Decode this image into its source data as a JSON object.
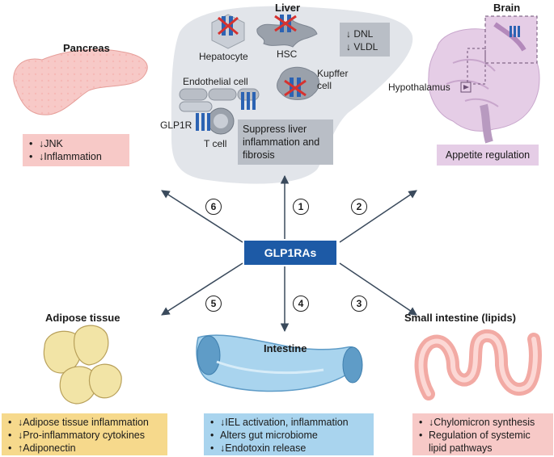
{
  "center": {
    "label": "GLP1RAs"
  },
  "liver": {
    "title": "Liver",
    "cells": {
      "hepatocyte": "Hepatocyte",
      "hsc": "HSC",
      "kupffer": "Kupffer cell",
      "endothelial": "Endothelial cell",
      "glp1r": "GLP1R",
      "tcell": "T cell"
    },
    "effects_box": [
      "↓ DNL",
      "↓ VLDL"
    ],
    "effect_text": "Suppress liver inflammation and fibrosis"
  },
  "brain": {
    "title": "Brain",
    "region": "Hypothalamus",
    "effect": "Appetite regulation"
  },
  "pancreas": {
    "title": "Pancreas",
    "effects": [
      "↓JNK",
      "↓Inflammation"
    ]
  },
  "adipose": {
    "title": "Adipose tissue",
    "effects": [
      "↓Adipose tissue inflammation",
      "↓Pro-inflammatory cytokines",
      "↑Adiponectin"
    ]
  },
  "intestine": {
    "title": "Intestine",
    "effects": [
      "↓IEL activation, inflammation",
      "Alters gut microbiome",
      "↓Endotoxin release"
    ]
  },
  "small_intestine": {
    "title": "Small intestine (lipids)",
    "effects": [
      "↓Chylomicron synthesis",
      "Regulation of systemic lipid pathways"
    ]
  },
  "pathways": [
    "1",
    "2",
    "3",
    "4",
    "5",
    "6"
  ],
  "colors": {
    "center": "#1d5aa6",
    "liver_bg": "#e2e5ea",
    "gray_box": "#b9bec6",
    "pancreas_box": "#f7c9c7",
    "brain_box": "#e5cde6",
    "adipose_box": "#f6d98c",
    "intestine_box": "#a9d4ee",
    "small_intestine_box": "#f7c9c7"
  }
}
